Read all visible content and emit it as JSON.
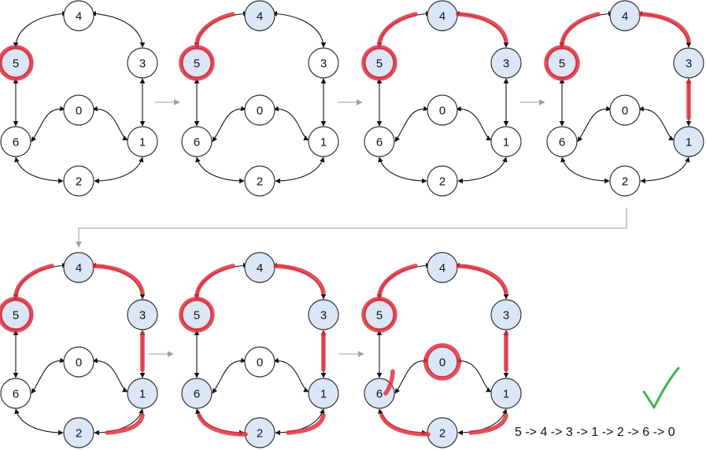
{
  "colors": {
    "visited_fill": "#dbe6f7",
    "unvisited_fill": "#ffffff",
    "highlight": "#e0303f",
    "check": "#3bb54a"
  },
  "node_labels": [
    "0",
    "1",
    "2",
    "3",
    "4",
    "5",
    "6"
  ],
  "panels": [
    {
      "visited": [
        "5"
      ]
    },
    {
      "visited": [
        "5",
        "4"
      ]
    },
    {
      "visited": [
        "5",
        "4",
        "3"
      ]
    },
    {
      "visited": [
        "5",
        "4",
        "3",
        "1"
      ]
    },
    {
      "visited": [
        "5",
        "4",
        "3",
        "1",
        "2"
      ]
    },
    {
      "visited": [
        "5",
        "4",
        "3",
        "1",
        "2",
        "6"
      ]
    },
    {
      "visited": [
        "5",
        "4",
        "3",
        "1",
        "2",
        "6",
        "0"
      ]
    }
  ],
  "result_text": "5 -> 4 -> 3 -> 1 -> 2 -> 6 -> 0",
  "check_icon": "check-mark-icon"
}
